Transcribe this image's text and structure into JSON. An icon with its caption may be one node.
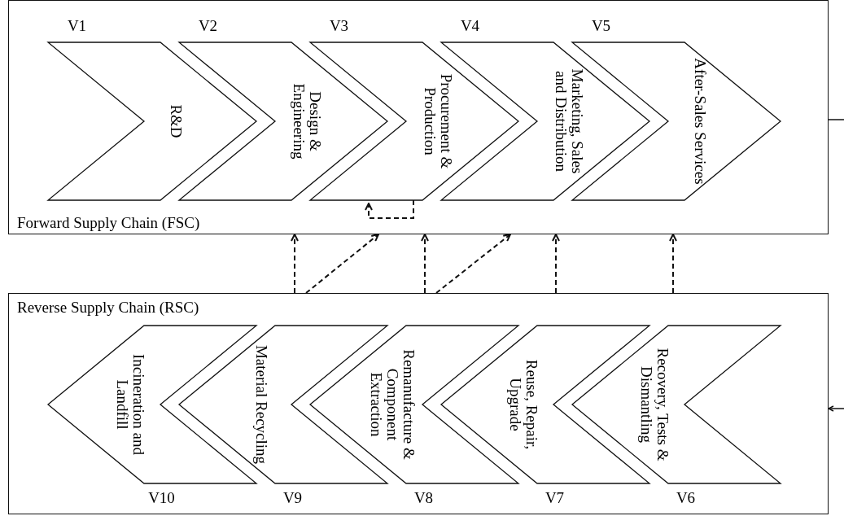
{
  "diagram": {
    "nodes": [
      {
        "text": [
          "Forward Supply Chain (FSC)"
        ]
      },
      {
        "text": [
          "R&D"
        ],
        "in": 0,
        "beside": [
          "V1"
        ]
      },
      {
        "text": [
          "Design & Engineering"
        ],
        "in": 0,
        "beside": [
          "V2"
        ]
      },
      {
        "text": [
          "Procurement & Production"
        ],
        "in": 0,
        "beside": [
          "V3"
        ]
      },
      {
        "text": [
          "Marketing, Sales and Distribution"
        ],
        "in": 0,
        "beside": [
          "V4"
        ]
      },
      {
        "text": [
          "After-Sales Services"
        ],
        "in": 0,
        "beside": [
          "V5"
        ]
      },
      {
        "text": [
          "Reverse Supply Chain (RSC)"
        ]
      },
      {
        "text": [
          "Incineration and Landfill"
        ],
        "in": 6,
        "beside": [
          "V10"
        ]
      },
      {
        "text": [
          "Material Recycling"
        ],
        "in": 6,
        "beside": [
          "V9"
        ]
      },
      {
        "text": [
          "Remanufacture & Component Extraction"
        ],
        "in": 6,
        "beside": [
          "V8"
        ]
      },
      {
        "text": [
          "Reuse, Repair, Upgrade"
        ],
        "in": 6,
        "beside": [
          "V7"
        ]
      },
      {
        "text": [
          "Recovery, Tests & Dismantling"
        ],
        "in": 6,
        "beside": [
          "V6"
        ]
      }
    ],
    "edges": [
      {
        "from": 6,
        "to": 0,
        "arrow": "to",
        "style": "dashed"
      },
      {
        "from": 6,
        "to": 0,
        "arrow": "to",
        "style": "dashed"
      },
      {
        "from": 6,
        "to": 0,
        "arrow": "to",
        "style": "dashed"
      },
      {
        "from": 6,
        "to": 0,
        "arrow": "to",
        "style": "dashed"
      },
      {
        "from": 6,
        "to": 0,
        "arrow": "to",
        "style": "dashed"
      },
      {
        "from": 6,
        "to": 0,
        "arrow": "to",
        "style": "dashed"
      },
      {
        "from": 3,
        "to": 3,
        "arrow": "to",
        "style": "dashed"
      },
      {
        "from": 0,
        "to": null,
        "arrow": "none"
      },
      {
        "from": null,
        "to": 6,
        "arrow": "to"
      }
    ]
  }
}
